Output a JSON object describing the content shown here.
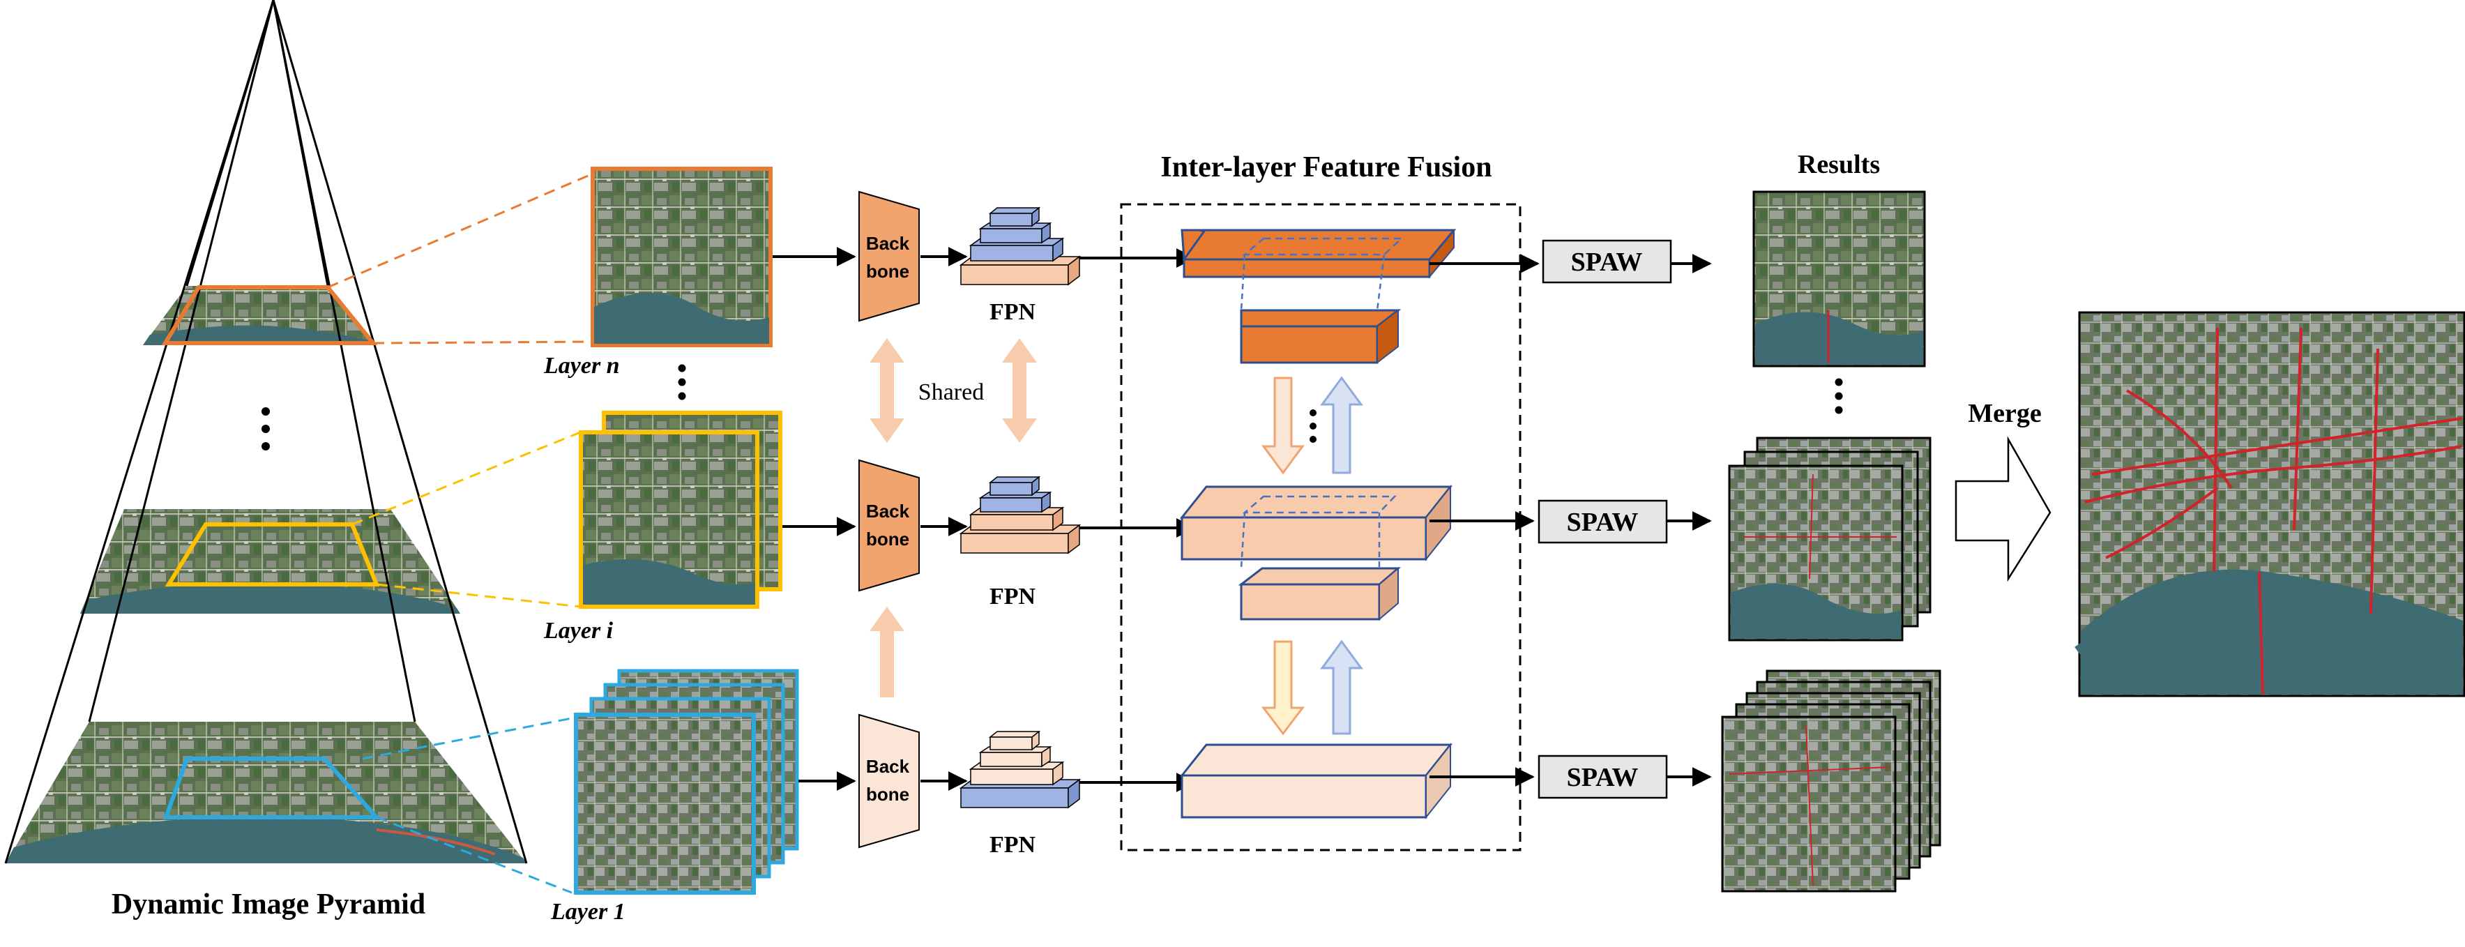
{
  "title_main": "Inter-layer Feature Fusion",
  "title_pyramid": "Dynamic Image Pyramid",
  "title_results": "Results",
  "label_merge": "Merge",
  "label_shared": "Shared",
  "layers": [
    {
      "label": "Layer n",
      "backbone": [
        "Back",
        "bone"
      ],
      "fpn": "FPN",
      "spaw": "SPAW"
    },
    {
      "label": "Layer i",
      "backbone": [
        "Back",
        "bone"
      ],
      "fpn": "FPN",
      "spaw": "SPAW"
    },
    {
      "label": "Layer 1",
      "backbone": [
        "Back",
        "bone"
      ],
      "fpn": "FPN",
      "spaw": "SPAW"
    }
  ],
  "colors": {
    "orange": "#E87B31",
    "orange_light": "#F6C8A8",
    "peach": "#FBE5D6",
    "blue": "#4472C4",
    "blue_light": "#9FB4E4",
    "yellow": "#FFC000",
    "cyan": "#2DA9E0",
    "spaw_fill": "#E7E6E6",
    "water": "#3F6B73",
    "land": "#4E6B45",
    "road_red": "#D0232B"
  },
  "icons": {
    "ellipsis": "vertical-ellipsis-icon",
    "arrow": "arrow-right-icon",
    "merge": "hollow-arrow-icon"
  }
}
